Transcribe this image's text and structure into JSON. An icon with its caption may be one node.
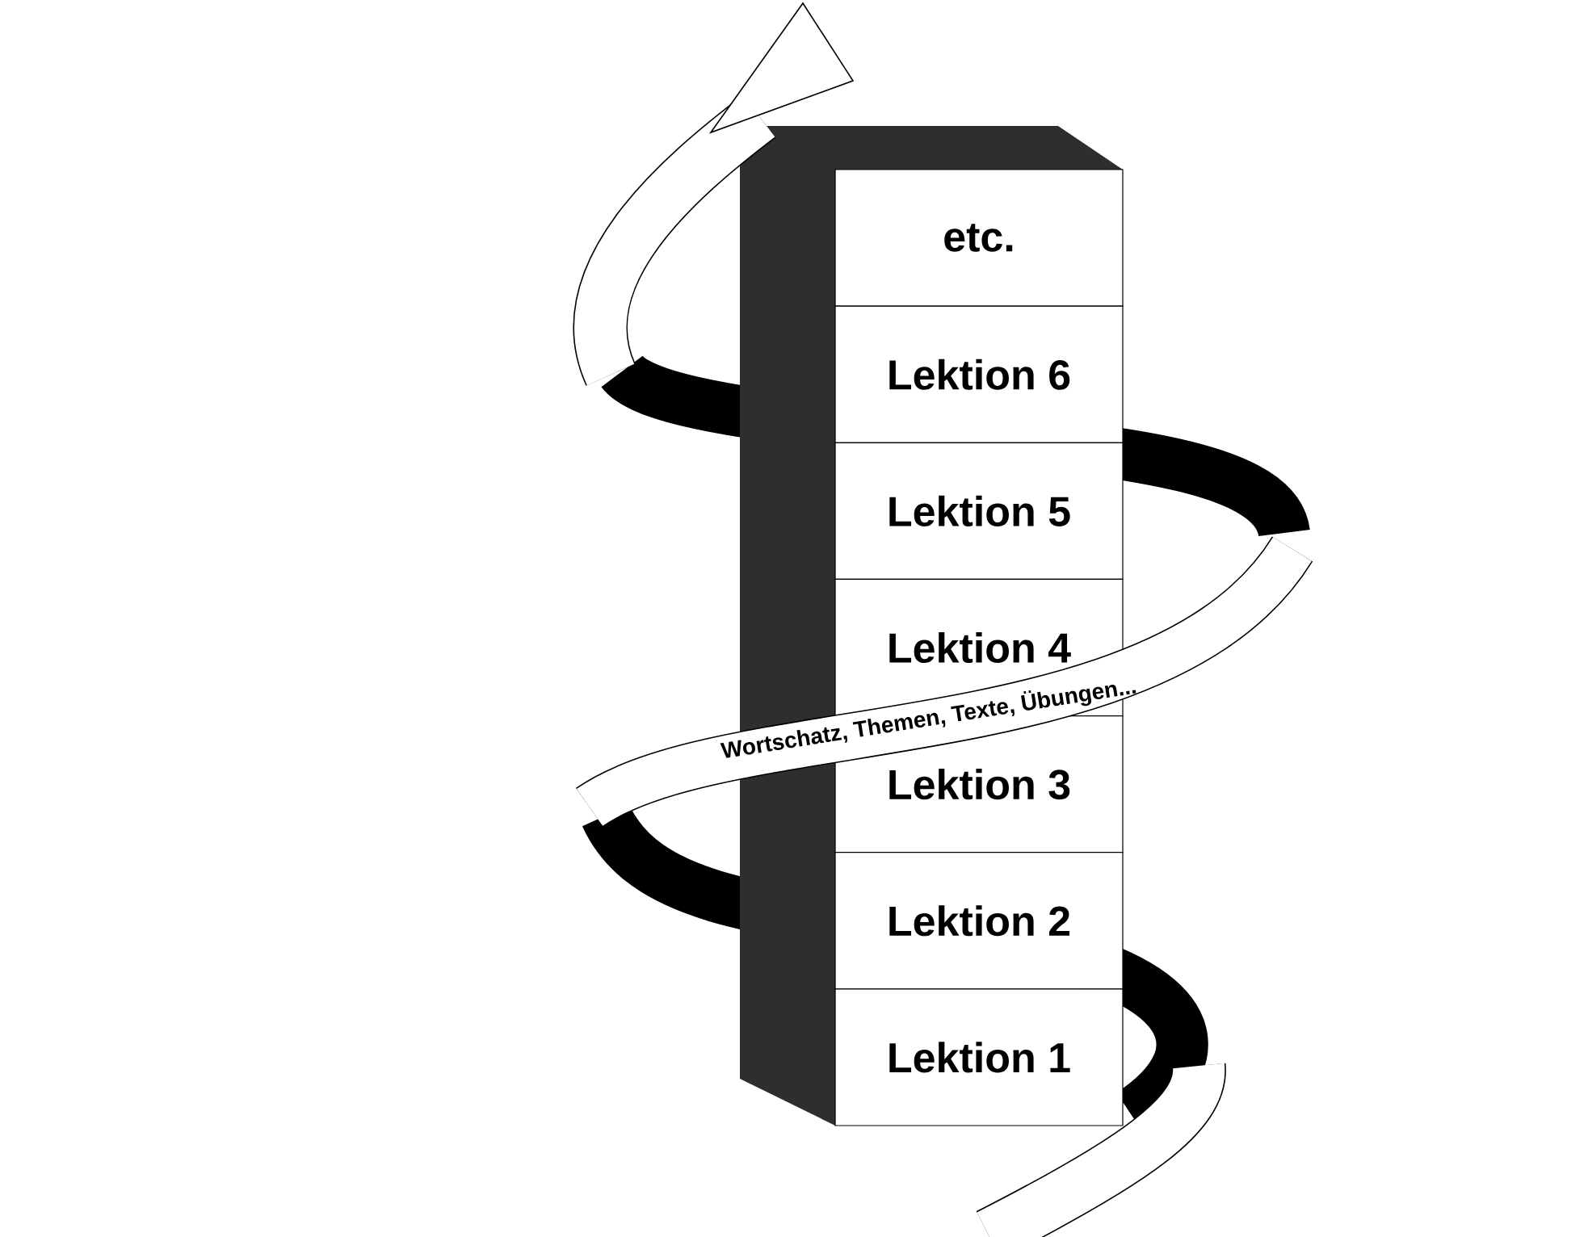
{
  "diagram": {
    "nodes": [
      {
        "text": [
          "etc."
        ]
      },
      {
        "text": [
          "Lektion 6"
        ]
      },
      {
        "text": [
          "Lektion 5"
        ]
      },
      {
        "text": [
          "Lektion 4"
        ]
      },
      {
        "text": [
          "Lektion 3"
        ]
      },
      {
        "text": [
          "Lektion 2"
        ]
      },
      {
        "text": [
          "Lektion 1"
        ]
      }
    ],
    "labels": [
      "Wortschatz, Themen, Texte, Übungen..."
    ]
  }
}
